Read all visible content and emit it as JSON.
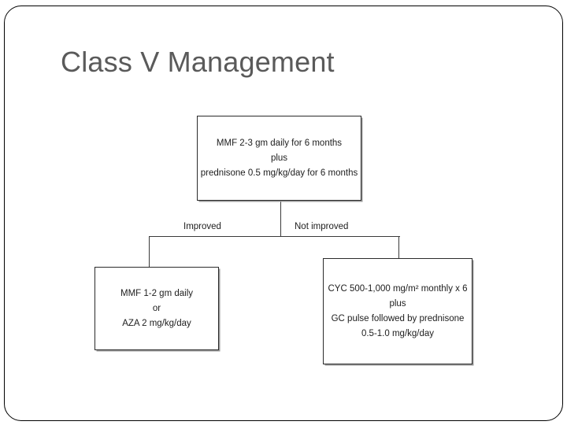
{
  "slide": {
    "title": "Class V Management",
    "title_color": "#5a5a5a",
    "background_color": "#ffffff",
    "frame_color": "#000000"
  },
  "flowchart": {
    "type": "treatment-decision-tree",
    "node_border_color": "#2a2a2a",
    "node_shadow_color": "#9a9a9a",
    "connector_color": "#3a3a3a",
    "root": {
      "id": "initial-therapy",
      "lines": [
        "MMF 2-3 gm daily for 6 months",
        "plus",
        "prednisone 0.5 mg/kg/day for 6 months"
      ]
    },
    "branches": [
      {
        "id": "improved",
        "label": "Improved",
        "node": {
          "lines": [
            "MMF 1-2 gm daily",
            "or",
            "AZA 2 mg/kg/day"
          ]
        }
      },
      {
        "id": "not-improved",
        "label": "Not improved",
        "node": {
          "lines": [
            "CYC 500-1,000 mg/m² monthly x 6",
            "plus",
            "GC pulse followed by prednisone",
            "0.5-1.0 mg/kg/day"
          ]
        }
      }
    ]
  }
}
